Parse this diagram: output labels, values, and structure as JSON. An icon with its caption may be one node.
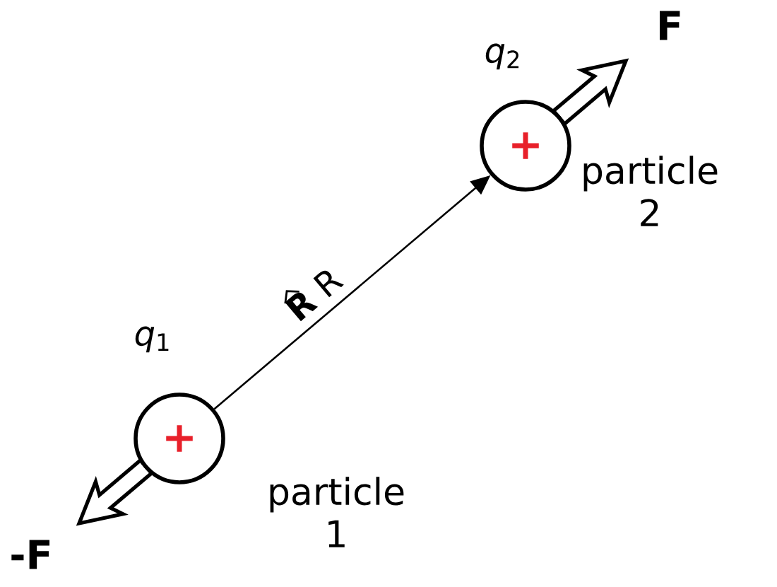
{
  "diagram": {
    "nodes": [
      {
        "text": [
          "+"
        ],
        "beside": [
          "*q*$_{1}$",
          "particle 1"
        ]
      },
      {
        "text": [
          "+"
        ],
        "beside": [
          "*q*$_{2}$",
          "particle 2"
        ]
      }
    ],
    "edges": [
      {
        "from": 0,
        "to": 1,
        "arrow": "to",
        "label": "**R** R"
      }
    ],
    "labels": [
      "-F",
      "F"
    ]
  }
}
